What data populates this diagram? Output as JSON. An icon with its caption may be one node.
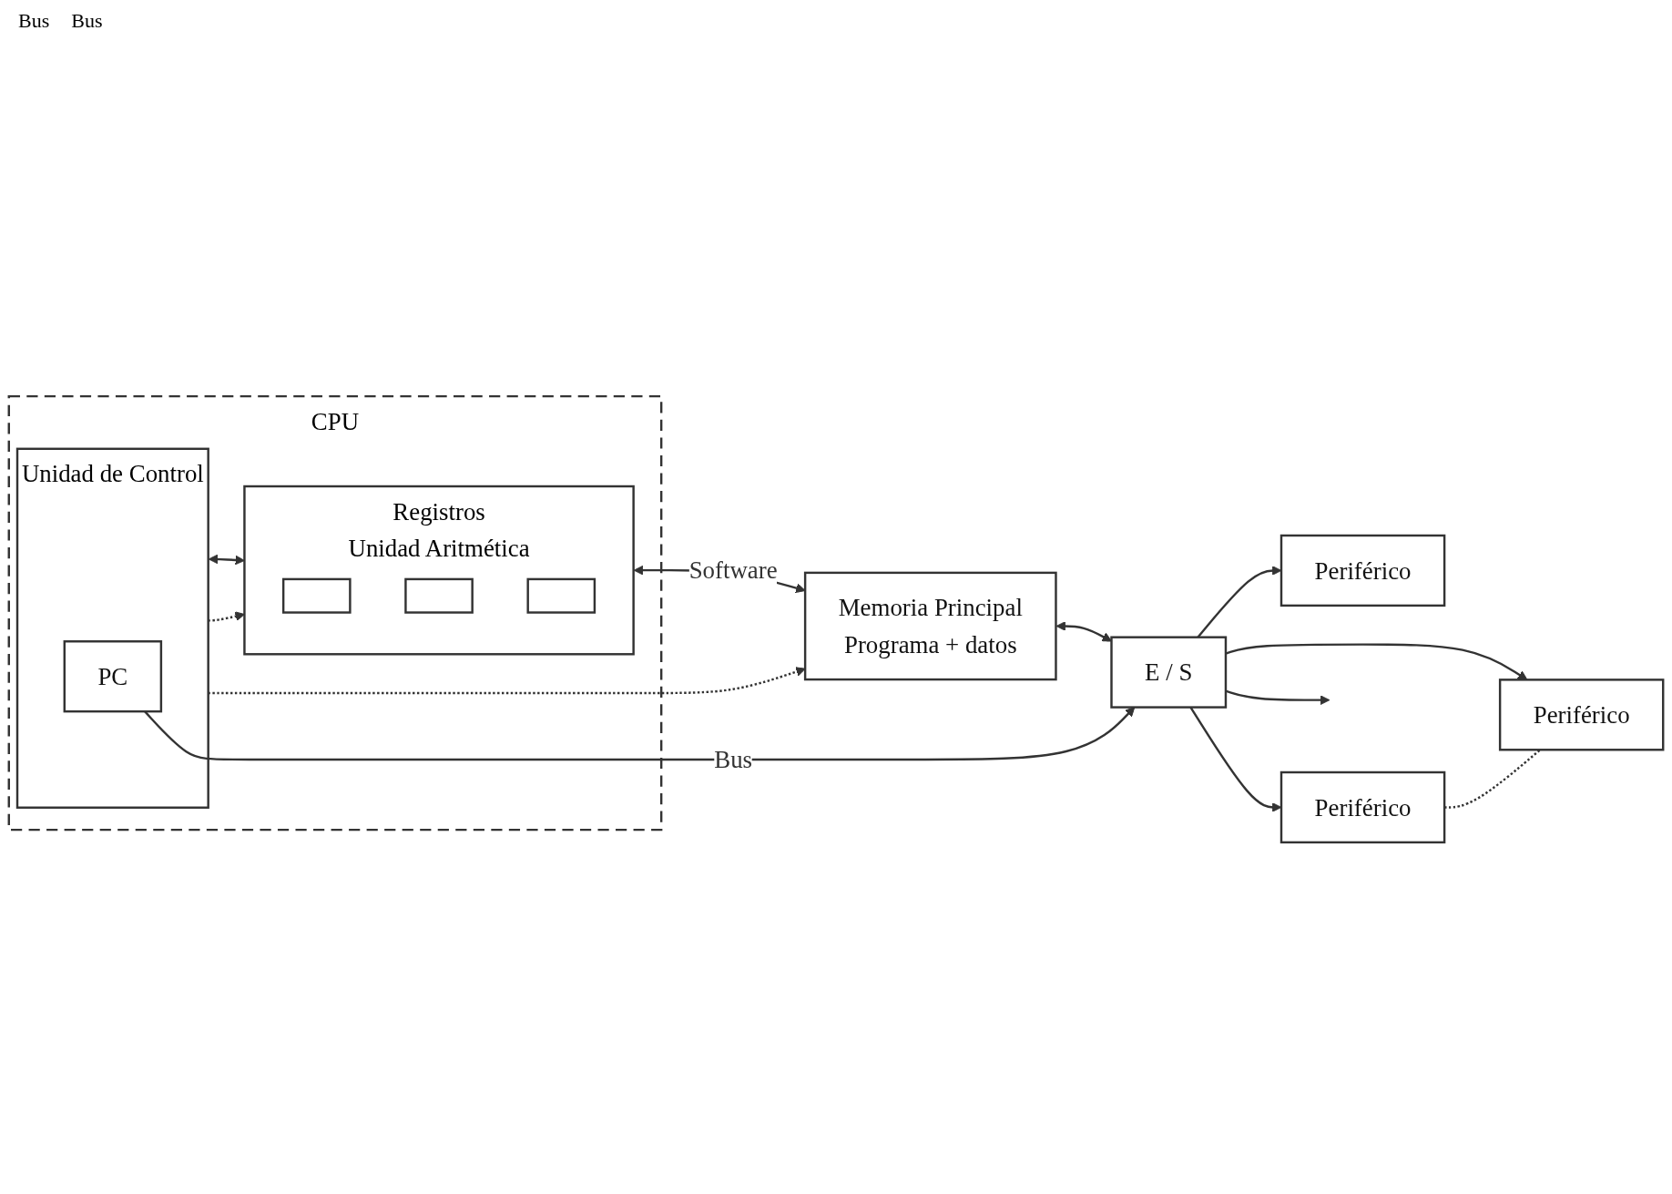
{
  "diagram": {
    "nodes": [
      {
        "text": [
          "CPU"
        ]
      },
      {
        "text": [
          "Registros",
          "Unidad Aritmética"
        ],
        "in": 0
      },
      {
        "text": [],
        "shape": "box",
        "in": 1
      },
      {
        "text": [],
        "shape": "box",
        "in": 1
      },
      {
        "text": [],
        "shape": "box",
        "in": 1
      },
      {
        "text": [
          "Unidad de Control"
        ],
        "in": 0
      },
      {
        "text": [
          "PC"
        ],
        "in": 5
      },
      {
        "text": [
          "Memoria Principal",
          "Programa + datos"
        ]
      },
      {
        "text": [
          "E / S"
        ]
      },
      {
        "text": [
          "Periférico"
        ]
      },
      {
        "text": [
          "Periférico"
        ]
      },
      {
        "text": [
          "Periférico"
        ]
      }
    ],
    "edges": [
      {
        "from": 1,
        "to": 7,
        "arrow": "both",
        "label": "Software"
      },
      {
        "from": 7,
        "to": 8,
        "arrow": "both"
      },
      {
        "from": 5,
        "to": 1,
        "arrow": "both"
      },
      {
        "from": 5,
        "to": 1,
        "arrow": "to",
        "style": "dashed"
      },
      {
        "from": 5,
        "to": 7,
        "arrow": "to",
        "style": "dashed"
      },
      {
        "from": 6,
        "to": 8,
        "arrow": "to",
        "label": "Bus"
      },
      {
        "from": 8,
        "to": 9,
        "arrow": "to"
      },
      {
        "from": 8,
        "to": 10,
        "arrow": "to"
      },
      {
        "from": 8,
        "to": 11,
        "arrow": "to"
      },
      {
        "from": 10,
        "to": 11,
        "arrow": "none",
        "style": "dashed"
      },
      {
        "from": 8,
        "to": null,
        "arrow": "to"
      }
    ],
    "labels": [
      "Bus",
      "Bus"
    ]
  }
}
